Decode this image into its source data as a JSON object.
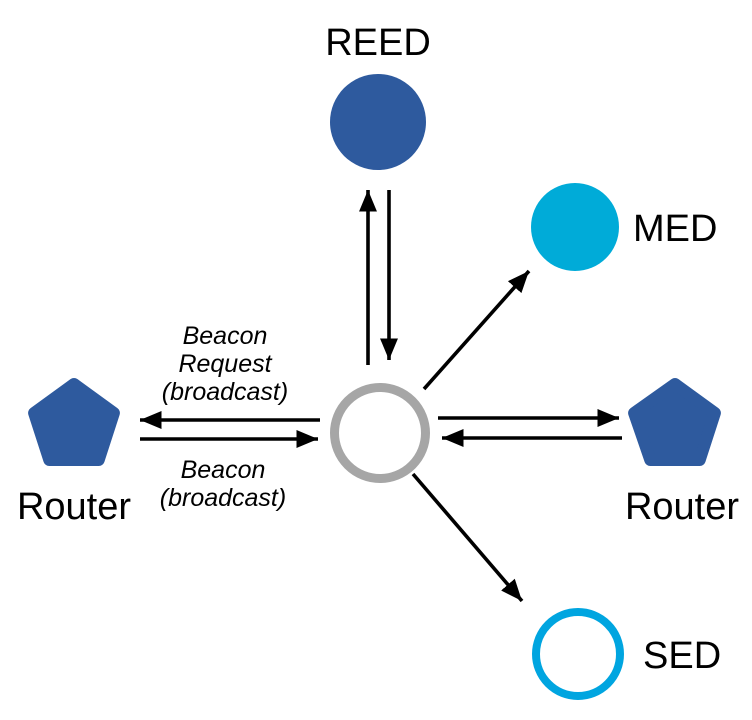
{
  "colors": {
    "node_blue": "#2E5A9E",
    "med_cyan": "#00ABD8",
    "sed_cyan": "#00A5E0",
    "joiner_gray": "#A6A6A6",
    "ink": "#000000"
  },
  "nodes": {
    "reed": {
      "label": "REED"
    },
    "med": {
      "label": "MED"
    },
    "sed": {
      "label": "SED"
    },
    "router_left": {
      "label": "Router"
    },
    "router_right": {
      "label": "Router"
    }
  },
  "messages": {
    "beacon_request": {
      "lines": [
        "Beacon",
        "Request",
        "(broadcast)"
      ]
    },
    "beacon": {
      "lines": [
        "Beacon",
        "(broadcast)"
      ]
    }
  }
}
